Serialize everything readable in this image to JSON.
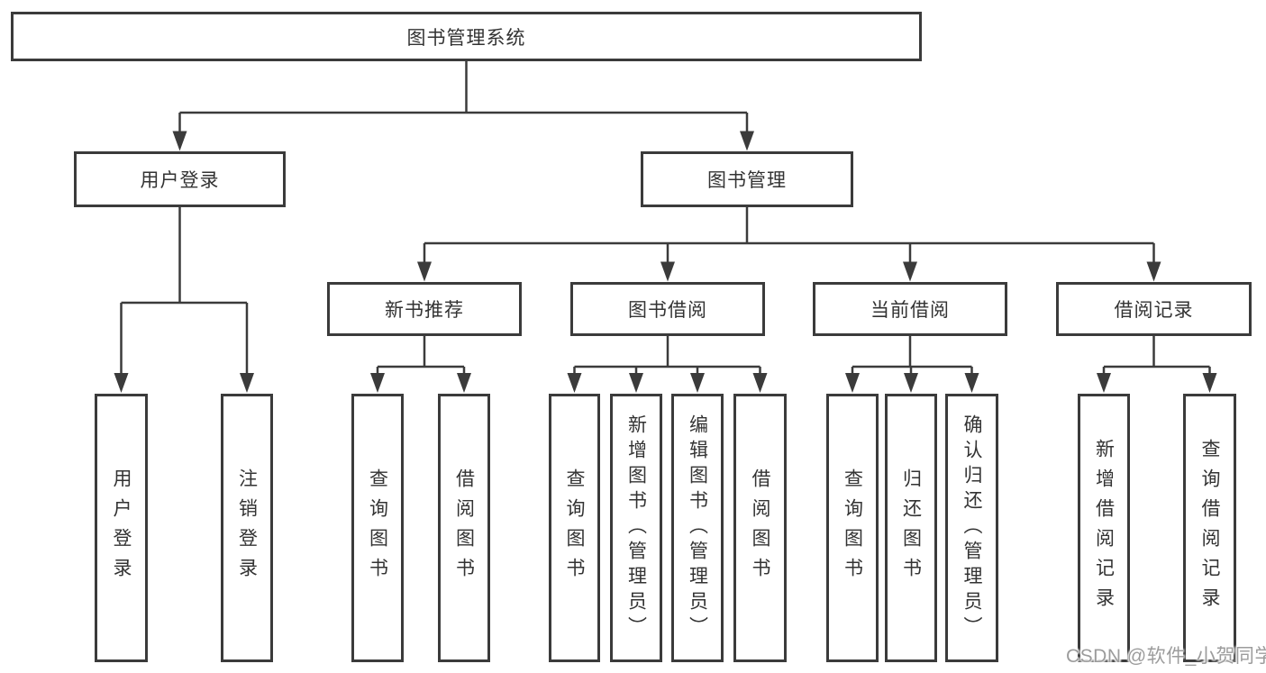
{
  "diagram": {
    "root": {
      "label": "图书管理系统"
    },
    "branches": [
      {
        "label": "用户登录",
        "children": [
          {
            "label": "用户登录"
          },
          {
            "label": "注销登录"
          }
        ]
      },
      {
        "label": "图书管理",
        "children": [
          {
            "label": "新书推荐",
            "children": [
              {
                "label": "查询图书"
              },
              {
                "label": "借阅图书"
              }
            ]
          },
          {
            "label": "图书借阅",
            "children": [
              {
                "label": "查询图书"
              },
              {
                "label": "新增图书（管理员）"
              },
              {
                "label": "编辑图书（管理员）"
              },
              {
                "label": "借阅图书"
              }
            ]
          },
          {
            "label": "当前借阅",
            "children": [
              {
                "label": "查询图书"
              },
              {
                "label": "归还图书"
              },
              {
                "label": "确认归还（管理员）"
              }
            ]
          },
          {
            "label": "借阅记录",
            "children": [
              {
                "label": "新增借阅记录"
              },
              {
                "label": "查询借阅记录"
              }
            ]
          }
        ]
      }
    ]
  },
  "watermark": {
    "text": "CSDN @软件_小贺同学"
  },
  "colors": {
    "line": "#3b3b3b",
    "text": "#333333",
    "watermark": "#9c9c9c",
    "background": "#ffffff"
  }
}
